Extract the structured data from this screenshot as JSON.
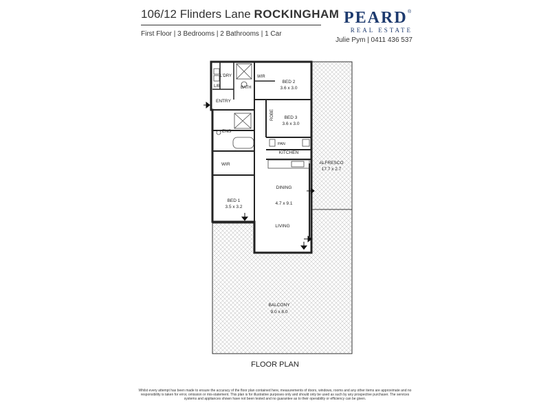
{
  "header": {
    "address": "106/12 Flinders Lane",
    "suburb": "ROCKINGHAM",
    "details": "First Floor | 3 Bedrooms | 2 Bathrooms | 1 Car",
    "agent": "Julie Pym | 0411 436 537"
  },
  "logo": {
    "name": "PEARD",
    "tagline": "REAL ESTATE",
    "mark": "®",
    "color": "#1d3a6e"
  },
  "rooms": {
    "laundry": "L'DRY",
    "linen": "L/B",
    "bath": "BATH",
    "entry": "ENTRY",
    "wir_bed2": "WIR",
    "bed2_name": "BED 2",
    "bed2_size": "3.6 x 3.0",
    "robe": "ROBE",
    "bed3_name": "BED 3",
    "bed3_size": "3.6 x 3.0",
    "ensuite": "ENS",
    "pantry": "PAN",
    "kitchen": "KITCHEN",
    "wir_bed1": "WIR",
    "alfresco_name": "ALFRESCO",
    "alfresco_size": "17.7 x 2.7",
    "dining": "DINING",
    "living_size": "4.7 x 9.1",
    "bed1_name": "BED 1",
    "bed1_size": "3.5 x 3.2",
    "living": "LIVING",
    "balcony_name": "BALCONY",
    "balcony_size": "9.0 x 8.0"
  },
  "plan_title": "FLOOR PLAN",
  "disclaimer": "Whilst every attempt has been made to ensure the accuracy of the floor plan contained here, measurements of doors, windows, rooms and any other items are approximate and no responsibility is taken for error, omission or mis-statement. This plan is for illustrative purposes only and should only be used as such by any prospective purchaser. The services systems and appliances shown have not been tested and no guarantee as to their operability or efficiency can be given."
}
